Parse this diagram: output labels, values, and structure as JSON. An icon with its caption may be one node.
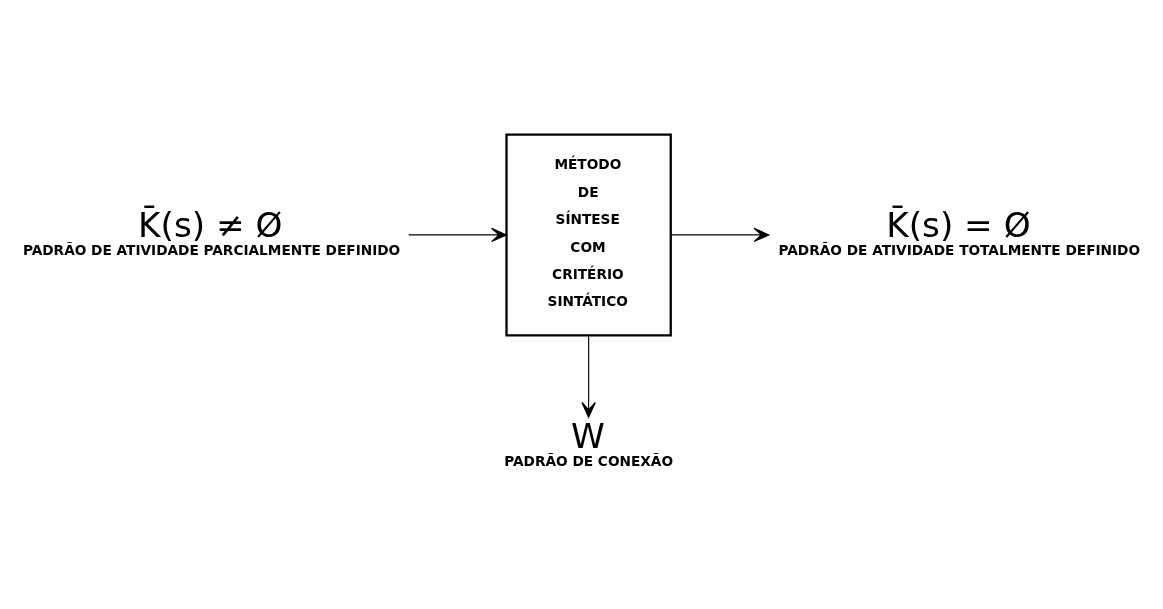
{
  "diagram": {
    "nodes": [
      {
        "text": [
          "K̄(s) ≠ Ø",
          "PADRÃO DE ATIVIDADE PARCIALMENTE DEFINIDO"
        ]
      },
      {
        "text": [
          "MÉTODO DE SÍNTESE COM CRITÉRIO SINTÁTICO"
        ]
      },
      {
        "text": [
          "K̄(s) = Ø",
          "PADRÃO DE ATIVIDADE TOTALMENTE DEFINIDO"
        ]
      },
      {
        "text": [
          "W",
          "PADRÃO DE CONEXÃO"
        ]
      }
    ],
    "edges": [
      {
        "from": 0,
        "to": 1,
        "arrow": "to"
      },
      {
        "from": 1,
        "to": 2,
        "arrow": "to"
      },
      {
        "from": 1,
        "to": 3,
        "arrow": "to"
      }
    ]
  }
}
